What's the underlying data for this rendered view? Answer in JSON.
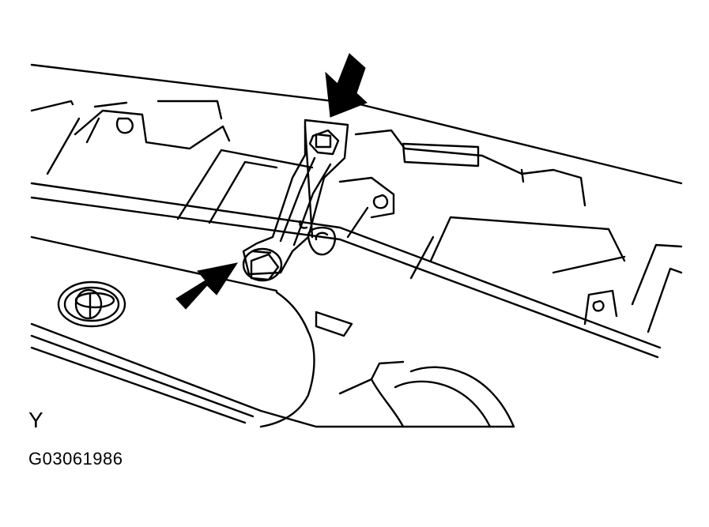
{
  "figure": {
    "view_label": "Y",
    "figure_code": "G03061986",
    "line_color": "#000000",
    "background": "#ffffff"
  },
  "parts": [
    {
      "name": "cowl-top-panel"
    },
    {
      "name": "engine-cover"
    },
    {
      "name": "toyota-emblem",
      "icon": "toyota-logo-icon"
    },
    {
      "name": "brace-bracket"
    },
    {
      "name": "bolt",
      "count": 2
    },
    {
      "name": "indicator-arrow",
      "icon": "arrow-icon",
      "count": 2
    }
  ]
}
